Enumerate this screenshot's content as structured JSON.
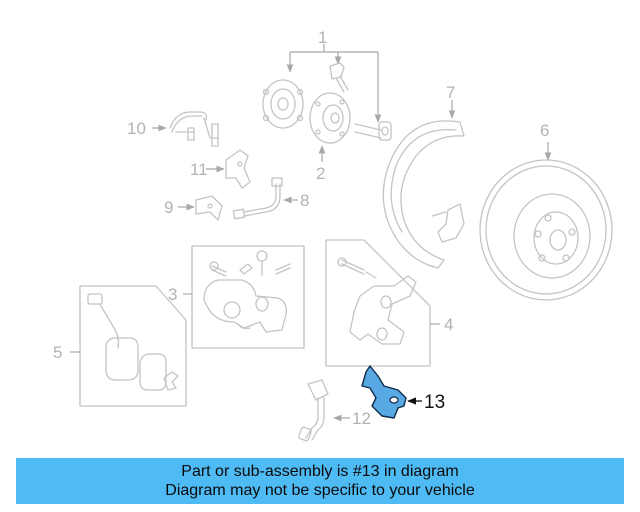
{
  "diagram": {
    "callouts": [
      {
        "id": "1",
        "label": "1"
      },
      {
        "id": "2",
        "label": "2"
      },
      {
        "id": "3",
        "label": "3"
      },
      {
        "id": "4",
        "label": "4"
      },
      {
        "id": "5",
        "label": "5"
      },
      {
        "id": "6",
        "label": "6"
      },
      {
        "id": "7",
        "label": "7"
      },
      {
        "id": "8",
        "label": "8"
      },
      {
        "id": "9",
        "label": "9"
      },
      {
        "id": "10",
        "label": "10"
      },
      {
        "id": "11",
        "label": "11"
      },
      {
        "id": "12",
        "label": "12"
      },
      {
        "id": "13",
        "label": "13"
      }
    ],
    "highlighted_part": "13",
    "highlight_color": "#58a8e4"
  },
  "banner": {
    "line1": "Part or sub-assembly is #13 in diagram",
    "line2": "Diagram may not be specific to your vehicle",
    "background": "#4fbbf4"
  }
}
